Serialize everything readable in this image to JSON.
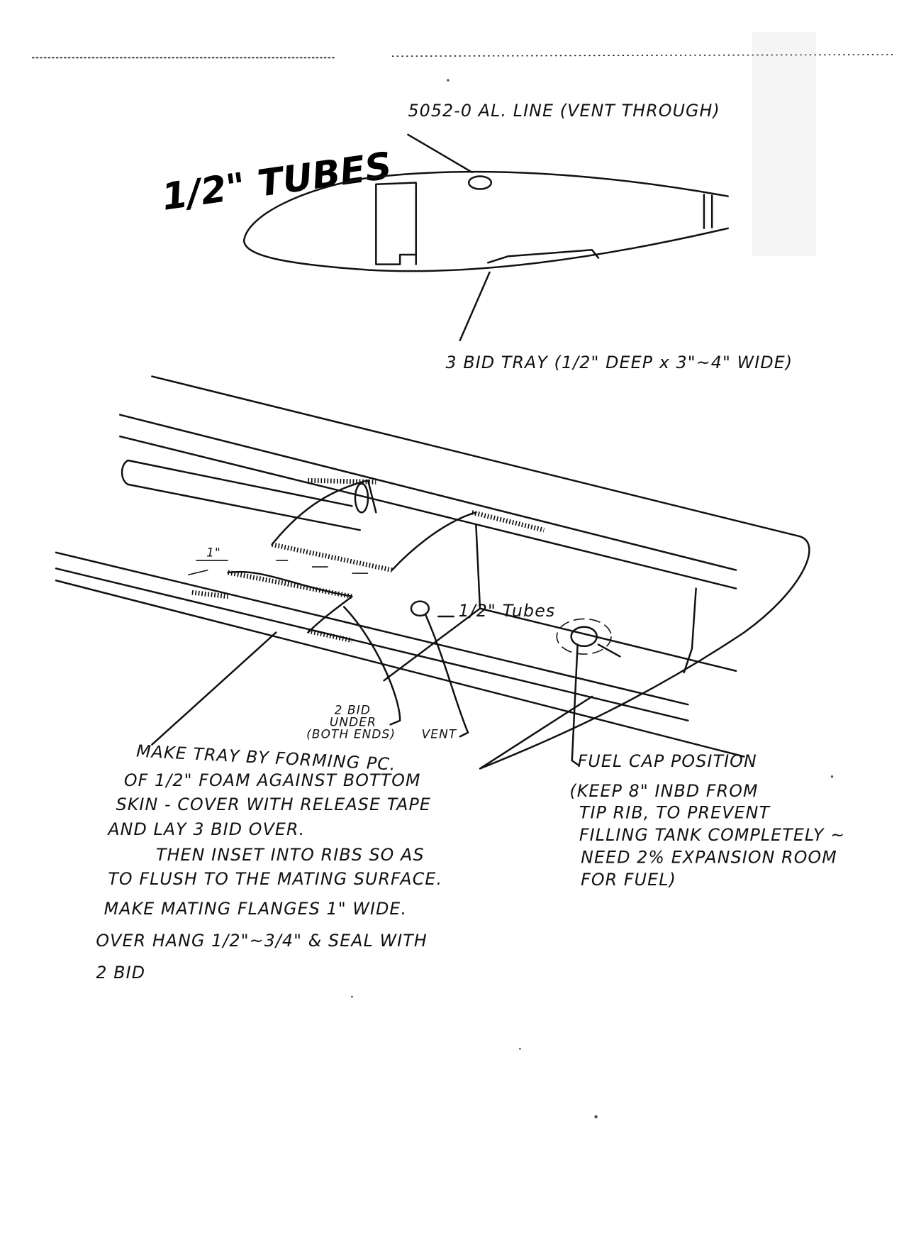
{
  "title": "1/2\" TUBES",
  "top_section": {
    "vent_line_label": "5052-0 AL. LINE (VENT THROUGH)",
    "tray_label": "3 BID TRAY (1/2\" DEEP x 3\"~4\" WIDE)"
  },
  "bottom_section": {
    "dimension_label": "1\"",
    "tubes_label": "1/2\" Tubes",
    "two_bid_label": [
      "2 BID",
      "UNDER",
      "(BOTH ENDS)"
    ],
    "vent_label": "VENT",
    "tray_instructions": [
      "MAKE TRAY BY FORMING PC.",
      "OF 1/2\" FOAM AGAINST BOTTOM",
      "SKIN - COVER WITH RELEASE TAPE",
      "AND LAY 3 BID OVER.",
      "THEN INSET INTO RIBS SO AS",
      "TO FLUSH TO THE MATING SURFACE.",
      "MAKE MATING FLANGES 1\" WIDE.",
      "OVER HANG 1/2\"~3/4\" & SEAL WITH",
      "2 BID"
    ],
    "fuel_cap_notes": [
      "FUEL CAP POSITION",
      "(KEEP 8\" INBD FROM",
      "TIP RIB, TO PREVENT",
      "FILLING TANK COMPLETELY ~",
      "NEED 2% EXPANSION ROOM",
      "FOR FUEL)"
    ]
  }
}
